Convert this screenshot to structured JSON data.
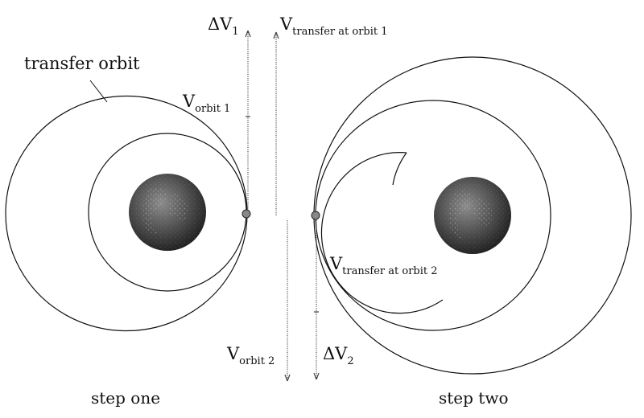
{
  "labels": {
    "transfer_orbit": "transfer orbit",
    "dv1_main": "ΔV",
    "dv1_sub": "1",
    "vt1_main": "V",
    "vt1_sub": "transfer at orbit 1",
    "vo1_main": "V",
    "vo1_sub": "orbit 1",
    "vt2_main": "V",
    "vt2_sub": "transfer at orbit 2",
    "vo2_main": "V",
    "vo2_sub": "orbit 2",
    "dv2_main": "ΔV",
    "dv2_sub": "2",
    "step_one": "step one",
    "step_two": "step two"
  },
  "colors": {
    "line": "#111111",
    "earth_dark": "#2b2b2b",
    "earth_light": "#9a9a9a"
  }
}
